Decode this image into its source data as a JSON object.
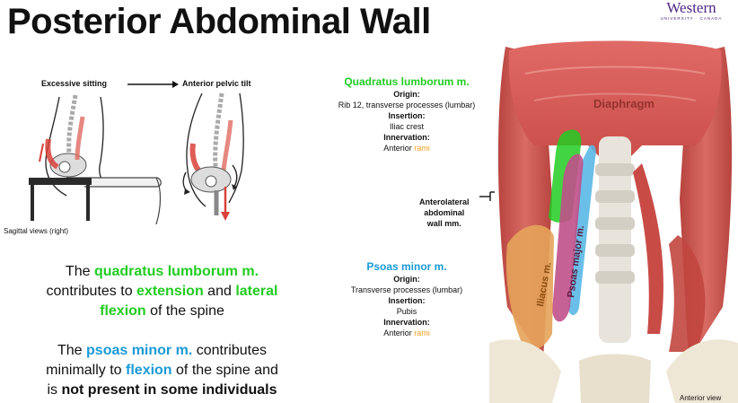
{
  "title": "Posterior Abdominal Wall",
  "logo": {
    "name": "Western",
    "sub": "UNIVERSITY · CANADA"
  },
  "posture": {
    "left_label": "Excessive sitting",
    "right_label": "Anterior pelvic tilt",
    "caption": "Sagittal views (right)"
  },
  "quadratus": {
    "name": "Quadratus lumborum m.",
    "origin_label": "Origin:",
    "origin": "Rib 12, transverse processes (lumbar)",
    "insertion_label": "Insertion:",
    "insertion": "Iliac crest",
    "innervation_label": "Innervation:",
    "innervation_prefix": "Anterior",
    "innervation_highlight": "rami"
  },
  "psoas": {
    "name": "Psoas minor m.",
    "origin_label": "Origin:",
    "origin": "Transverse processes (lumbar)",
    "insertion_label": "Insertion:",
    "insertion": "Pubis",
    "innervation_label": "Innervation:",
    "innervation_prefix": "Anterior",
    "innervation_highlight": "rami"
  },
  "para1": {
    "p1": "The ",
    "h1": "quadratus lumborum m.",
    "p2": "contributes to ",
    "h2": "extension",
    "p3": " and ",
    "h3": "lateral",
    "h4": "flexion",
    "p4": " of the spine"
  },
  "para2": {
    "p1": "The ",
    "h1": "psoas minor m.",
    "p2": " contributes",
    "p3": "minimally to ",
    "h2": "flexion",
    "p4": " of the spine and",
    "p5": "is ",
    "h3": "not present in some individuals"
  },
  "figure": {
    "diaphragm": "Diaphragm",
    "iliacus": "Iliacus m.",
    "psoas_major": "Psoas major m.",
    "anterolateral_1": "Anterolateral",
    "anterolateral_2": "abdominal",
    "anterolateral_3": "wall mm.",
    "view": "Anterior view"
  },
  "colors": {
    "quadratus": "#22cc22",
    "psoas_minor": "#1a9ad6",
    "rami": "#f0a020",
    "brand": "#4f2683"
  }
}
